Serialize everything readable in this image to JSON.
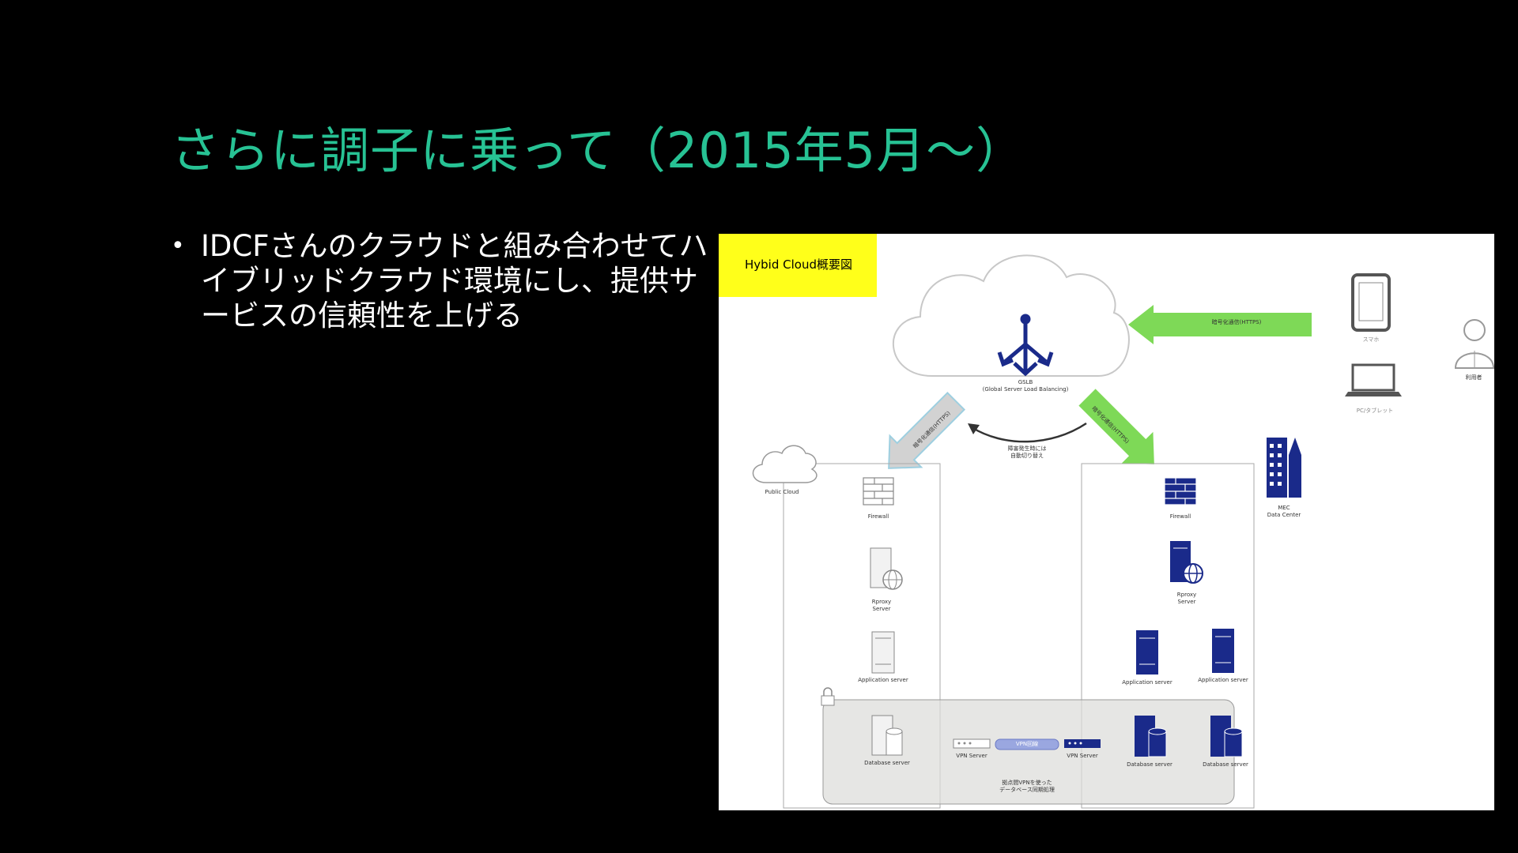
{
  "slide": {
    "title": "さらに調子に乗って（2015年5月～）",
    "bullet": "IDCFさんのクラウドと組み合わせてハイブリッドクラウド環境にし、提供サービスの信頼性を上げる"
  },
  "diagram": {
    "tag": "Hybid Cloud概要図",
    "gslb_name": "GSLB",
    "gslb_desc": "(Global Server Load Balancing)",
    "https_arrow_top": "暗号化通信(HTTPS)",
    "https_arrow_left": "暗号化通信(HTTPS)",
    "https_arrow_right": "暗号化通信(HTTPS)",
    "failover_line1": "障害発生時には",
    "failover_line2": "自動切り替え",
    "smartphone": "スマホ",
    "pc": "PC/タブレット",
    "user": "利用者",
    "public_cloud": "Public Cloud",
    "mec_line1": "MEC",
    "mec_line2": "Data Center",
    "left": {
      "firewall": "Firewall",
      "rproxy_line1": "Rproxy",
      "rproxy_line2": "Server",
      "app_server": "Application server",
      "db_server": "Database server",
      "vpn_server": "VPN Server"
    },
    "right": {
      "firewall": "Firewall",
      "rproxy_line1": "Rproxy",
      "rproxy_line2": "Server",
      "app_server_1": "Application server",
      "app_server_2": "Application server",
      "db_server_1": "Database server",
      "db_server_2": "Database server",
      "vpn_server": "VPN Server"
    },
    "vpn_line": "VPN回線",
    "sync_line1": "拠点間VPNを使った",
    "sync_line2": "データベース同期処理",
    "colors": {
      "title": "#27c294",
      "tag": "#ffff1a",
      "navy": "#1a2a8a",
      "green_arrow": "#7ed957",
      "gray_arrow": "#cfcfcf"
    }
  }
}
